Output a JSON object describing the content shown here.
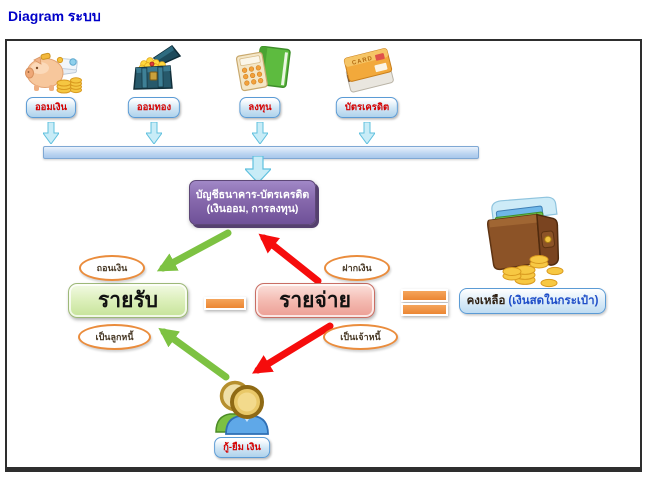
{
  "title": "Diagram ระบบ",
  "sources": {
    "items": [
      {
        "name": "save-money",
        "label": "ออมเงิน"
      },
      {
        "name": "save-gold",
        "label": "ออมทอง"
      },
      {
        "name": "invest",
        "label": "ลงทุน"
      },
      {
        "name": "credit-card",
        "label": "บัตรเครดิต"
      }
    ]
  },
  "bank_account_box": {
    "line1": "บัญชีธนาคาร-บัตรเครดิต",
    "line2": "(เงินออม, การลงทุน)"
  },
  "flow_labels": {
    "withdraw": "ถอนเงิน",
    "deposit": "ฝากเงิน",
    "debtor": "เป็นลูกหนี้",
    "creditor": "เป็นเจ้าหนี้"
  },
  "income": {
    "label": "รายรับ"
  },
  "expense": {
    "label": "รายจ่าย"
  },
  "balance": {
    "label": "คงเหลือ",
    "sub_label": "(เงินสดในกระเป๋า)"
  },
  "borrow": {
    "label": "กู้-ยืม เงิน"
  },
  "icons": {
    "card_text": "CARD"
  },
  "colors": {
    "title_blue": "#0000C8",
    "pill_border_blue": "#5B9BD5",
    "pill_text_red": "#D40000",
    "bank_purple": "#8668AC",
    "oval_orange": "#EA8C3C",
    "income_green": "#DCEFBA",
    "expense_pink": "#F4BBB2",
    "green_arrow": "#7DC242",
    "red_arrow": "#F60C0C",
    "operator_orange": "#EC8633",
    "blue_block_arrow": "#C8ECF7"
  }
}
